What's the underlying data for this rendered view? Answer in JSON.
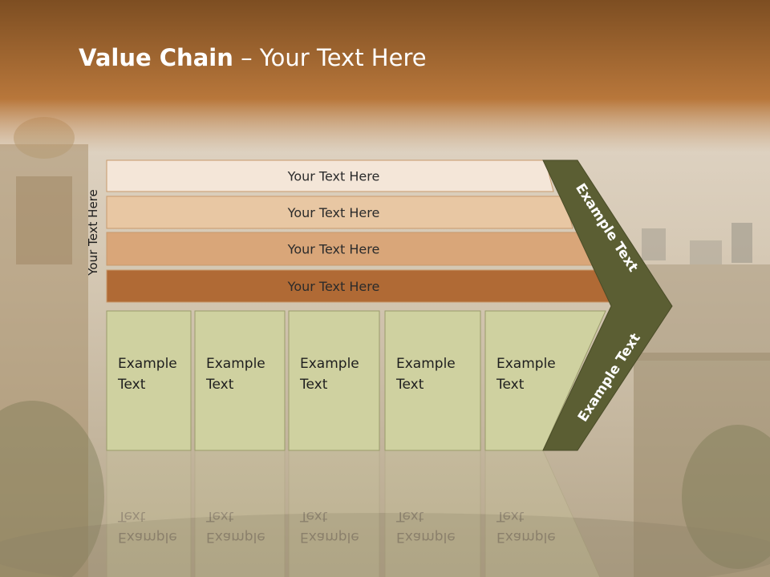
{
  "slide": {
    "title_bold": "Value Chain",
    "title_rest": " – Your Text Here",
    "side_label": "Your Text Here"
  },
  "rows": [
    {
      "label": "Your Text Here",
      "color": "#f4e6d8"
    },
    {
      "label": "Your Text Here",
      "color": "#e8c7a3"
    },
    {
      "label": "Your Text Here",
      "color": "#d9a679"
    },
    {
      "label": "Your Text Here",
      "color": "#b06a35"
    }
  ],
  "boxes": [
    {
      "line1": "Example",
      "line2": "Text"
    },
    {
      "line1": "Example",
      "line2": "Text"
    },
    {
      "line1": "Example",
      "line2": "Text"
    },
    {
      "line1": "Example",
      "line2": "Text"
    },
    {
      "line1": "Example",
      "line2": "Text"
    }
  ],
  "chevron": {
    "upper_text": "Example Text",
    "lower_text": "Example Text",
    "color": "#5b5e33"
  },
  "colors": {
    "header_band": "#b06a35",
    "box_fill": "#cfd1a0",
    "box_stroke": "#9a9c6a"
  }
}
